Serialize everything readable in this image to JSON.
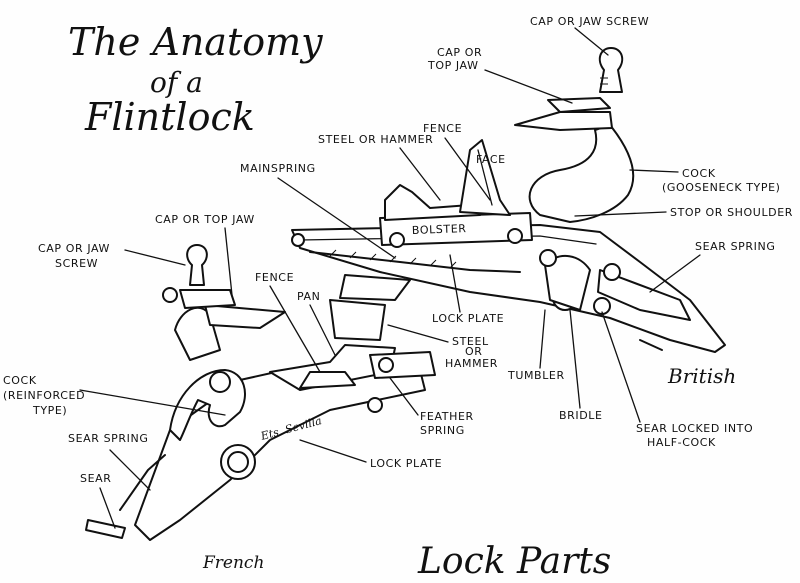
{
  "title": {
    "line1": "The Anatomy",
    "line2": "of a",
    "line3": "Flintlock"
  },
  "footer_caption": "Lock Parts",
  "british_lock": {
    "caption": "British",
    "plate_text": "BOLSTER",
    "labels": [
      {
        "id": "cap-or-jaw-screw",
        "lines": [
          "CAP OR JAW SCREW"
        ]
      },
      {
        "id": "cap-or-top-jaw",
        "lines": [
          "CAP OR",
          "TOP JAW"
        ]
      },
      {
        "id": "fence",
        "lines": [
          "FENCE"
        ]
      },
      {
        "id": "steel-or-hammer",
        "lines": [
          "STEEL OR HAMMER"
        ]
      },
      {
        "id": "face",
        "lines": [
          "FACE"
        ]
      },
      {
        "id": "mainspring",
        "lines": [
          "MAINSPRING"
        ]
      },
      {
        "id": "cock",
        "lines": [
          "COCK",
          "(GOOSENECK TYPE)"
        ]
      },
      {
        "id": "stop-or-shoulder",
        "lines": [
          "STOP OR SHOULDER"
        ]
      },
      {
        "id": "sear-spring",
        "lines": [
          "SEAR SPRING"
        ]
      },
      {
        "id": "lock-plate",
        "lines": [
          "LOCK PLATE"
        ]
      },
      {
        "id": "tumbler",
        "lines": [
          "TUMBLER"
        ]
      },
      {
        "id": "bridle",
        "lines": [
          "BRIDLE"
        ]
      },
      {
        "id": "sear-locked",
        "lines": [
          "SEAR LOCKED INTO",
          "HALF-COCK"
        ]
      }
    ]
  },
  "french_lock": {
    "caption": "French",
    "plate_text": "Ets. Sevilla",
    "labels": [
      {
        "id": "cap-or-jaw-screw",
        "lines": [
          "CAP OR JAW",
          "SCREW"
        ]
      },
      {
        "id": "cap-or-top-jaw",
        "lines": [
          "CAP OR TOP JAW"
        ]
      },
      {
        "id": "fence",
        "lines": [
          "FENCE"
        ]
      },
      {
        "id": "pan",
        "lines": [
          "PAN"
        ]
      },
      {
        "id": "steel-or-hammer",
        "lines": [
          "STEEL",
          "OR",
          "HAMMER"
        ]
      },
      {
        "id": "cock",
        "lines": [
          "COCK",
          "(REINFORCED",
          "TYPE)"
        ]
      },
      {
        "id": "sear-spring",
        "lines": [
          "SEAR SPRING"
        ]
      },
      {
        "id": "sear",
        "lines": [
          "SEAR"
        ]
      },
      {
        "id": "feather-spring",
        "lines": [
          "FEATHER",
          "SPRING"
        ]
      },
      {
        "id": "lock-plate",
        "lines": [
          "LOCK PLATE"
        ]
      }
    ]
  }
}
